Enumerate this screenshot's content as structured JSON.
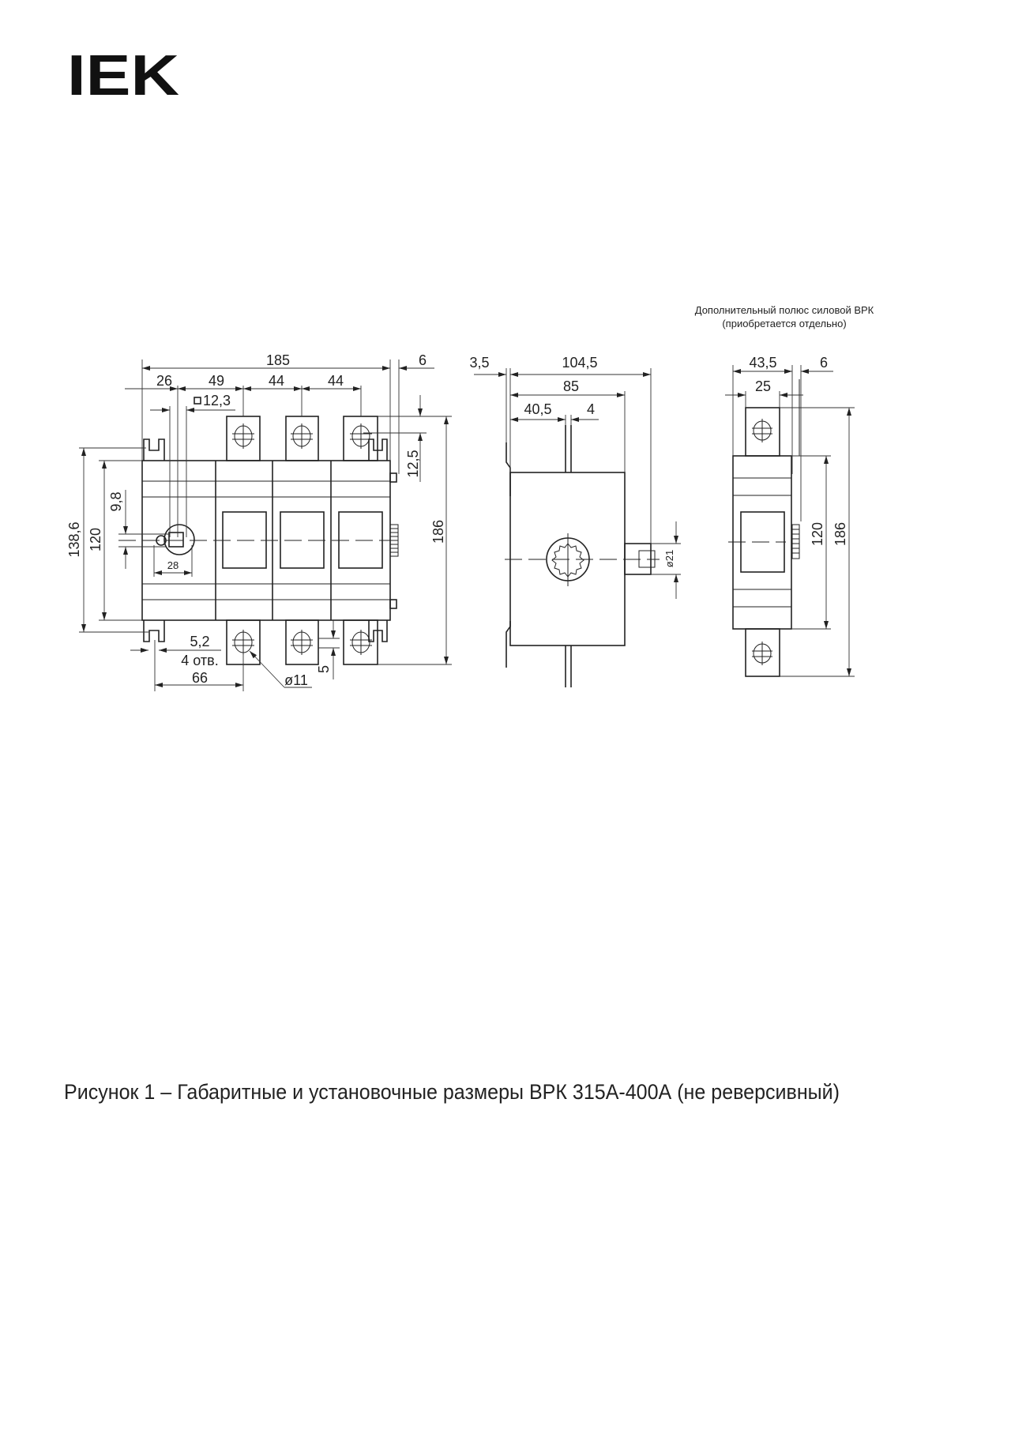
{
  "logo": {
    "text": "IEK"
  },
  "note": {
    "line1": "Дополнительный полюс силовой ВРК",
    "line2": "(приобретается отдельно)"
  },
  "front_view": {
    "overall_width": "185",
    "side_offset": "6",
    "pitch_first": "26",
    "pitch_second": "49",
    "pitch_third": "44",
    "pitch_fourth": "44",
    "square": "12,3",
    "height_total": "138,6",
    "height_body": "120",
    "offset": "9,8",
    "handle": "28",
    "terminal_offset": "12,5",
    "height_overall": "186",
    "hole_size": "5,2",
    "hole_count": "4 отв.",
    "hole_spacing": "66",
    "terminal_hole": "ø11",
    "terminal_edge": "5"
  },
  "side_view": {
    "clip": "3,5",
    "depth_total": "104,5",
    "depth_body": "85",
    "shaft_pos": "40,5",
    "shaft_width": "4",
    "shaft_dia": "ø21"
  },
  "aux_view": {
    "width_total": "43,5",
    "offset": "6",
    "width_body": "25",
    "height_body": "120",
    "height_total": "186"
  },
  "caption": "Рисунок 1 – Габаритные и установочные размеры ВРК 315А-400А (не реверсивный)"
}
